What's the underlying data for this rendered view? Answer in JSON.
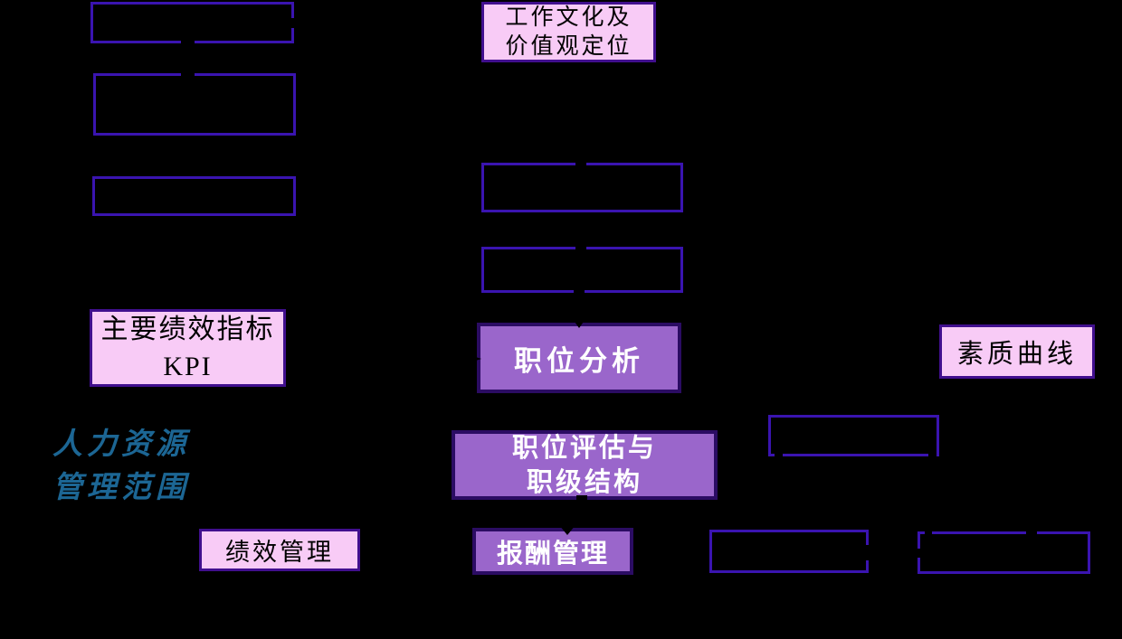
{
  "colors": {
    "background": "#000000",
    "pink_fill": "#F8CBF6",
    "pink_border": "#410F8E",
    "purple_fill": "#9A66CB",
    "purple_border": "#2B0C63",
    "empty_box_border": "#3A14B0",
    "pink_box_text": "#000000",
    "purple_box_text": "#FFFFFF",
    "scope_text": "#1C6694"
  },
  "boxes": {
    "culture": {
      "label": "工作文化及\n价值观定位"
    },
    "kpi": {
      "label": "主要绩效指标\nKPI"
    },
    "job_analysis": {
      "label": "职位分析"
    },
    "quality_curve": {
      "label": "素质曲线"
    },
    "job_evaluation": {
      "label": "职位评估与\n职级结构"
    },
    "performance": {
      "label": "绩效管理"
    },
    "compensation": {
      "label": "报酬管理"
    }
  },
  "annotations": {
    "hr_scope": {
      "label": "人力资源\n管理范围"
    }
  }
}
